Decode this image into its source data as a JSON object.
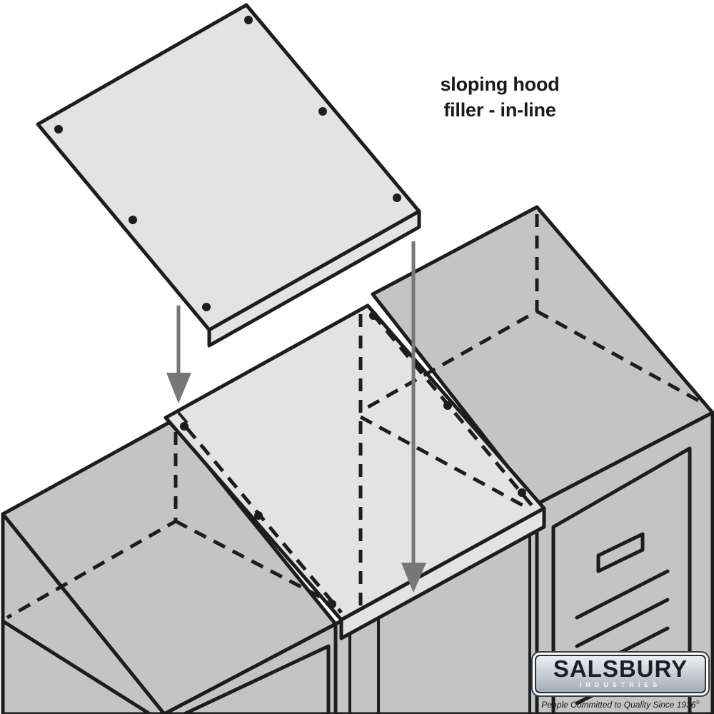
{
  "caption": {
    "line1": "sloping hood",
    "line2": "filler - in-line"
  },
  "logo": {
    "name": "SALSBURY",
    "sub": "INDUSTRIES",
    "tagline": "People Committed to Quality Since 1936",
    "registered": "®"
  },
  "colors": {
    "lineart": "#1d1d1d",
    "panel_light": "#e3e3e3",
    "locker_gray": "#c4c4c4",
    "arrow": "#707070"
  }
}
